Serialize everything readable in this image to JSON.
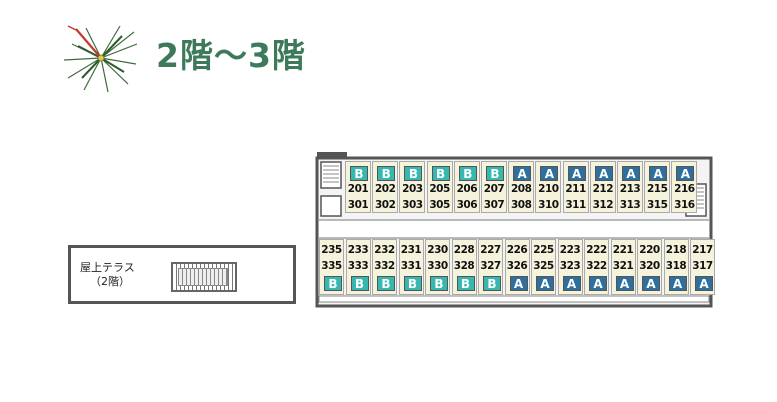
{
  "title": "2階〜3階",
  "terrace": {
    "line1": "屋上テラス",
    "line2": "（2階）"
  },
  "colors": {
    "B": "#36b8b0",
    "A": "#2e6f9e",
    "title": "#3d7a5a",
    "unit_fill": "#f6f3dc"
  },
  "top_units": [
    {
      "upper": "201",
      "lower": "301",
      "type": "B"
    },
    {
      "upper": "202",
      "lower": "302",
      "type": "B"
    },
    {
      "upper": "203",
      "lower": "303",
      "type": "B"
    },
    {
      "upper": "205",
      "lower": "305",
      "type": "B"
    },
    {
      "upper": "206",
      "lower": "306",
      "type": "B"
    },
    {
      "upper": "207",
      "lower": "307",
      "type": "B"
    },
    {
      "upper": "208",
      "lower": "308",
      "type": "A"
    },
    {
      "upper": "210",
      "lower": "310",
      "type": "A"
    },
    {
      "upper": "211",
      "lower": "311",
      "type": "A"
    },
    {
      "upper": "212",
      "lower": "312",
      "type": "A"
    },
    {
      "upper": "213",
      "lower": "313",
      "type": "A"
    },
    {
      "upper": "215",
      "lower": "315",
      "type": "A"
    },
    {
      "upper": "216",
      "lower": "316",
      "type": "A"
    }
  ],
  "bottom_units": [
    {
      "upper": "235",
      "lower": "335",
      "type": "B"
    },
    {
      "upper": "233",
      "lower": "333",
      "type": "B"
    },
    {
      "upper": "232",
      "lower": "332",
      "type": "B"
    },
    {
      "upper": "231",
      "lower": "331",
      "type": "B"
    },
    {
      "upper": "230",
      "lower": "330",
      "type": "B"
    },
    {
      "upper": "228",
      "lower": "328",
      "type": "B"
    },
    {
      "upper": "227",
      "lower": "327",
      "type": "B"
    },
    {
      "upper": "226",
      "lower": "326",
      "type": "A"
    },
    {
      "upper": "225",
      "lower": "325",
      "type": "A"
    },
    {
      "upper": "223",
      "lower": "323",
      "type": "A"
    },
    {
      "upper": "222",
      "lower": "322",
      "type": "A"
    },
    {
      "upper": "221",
      "lower": "321",
      "type": "A"
    },
    {
      "upper": "220",
      "lower": "320",
      "type": "A"
    },
    {
      "upper": "218",
      "lower": "318",
      "type": "A"
    },
    {
      "upper": "217",
      "lower": "317",
      "type": "A"
    }
  ]
}
